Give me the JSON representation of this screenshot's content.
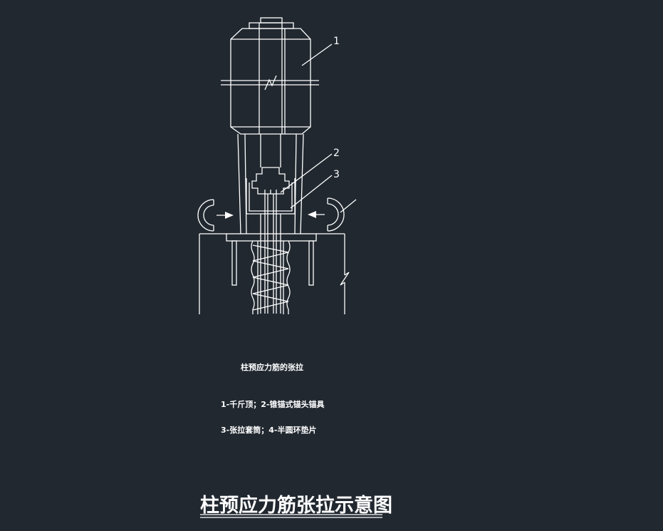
{
  "labels": {
    "callout_1": "1",
    "callout_2": "2",
    "callout_3": "3"
  },
  "caption": {
    "heading": "柱预应力筋的张拉",
    "legend_line_1": "1-千斤顶；2-锥锚式锚头锚具",
    "legend_line_2": "3-张拉套筒；4-半圆环垫片"
  },
  "title": "柱预应力筋张拉示意图",
  "colors": {
    "background": "#212830",
    "linework": "#ffffff"
  }
}
